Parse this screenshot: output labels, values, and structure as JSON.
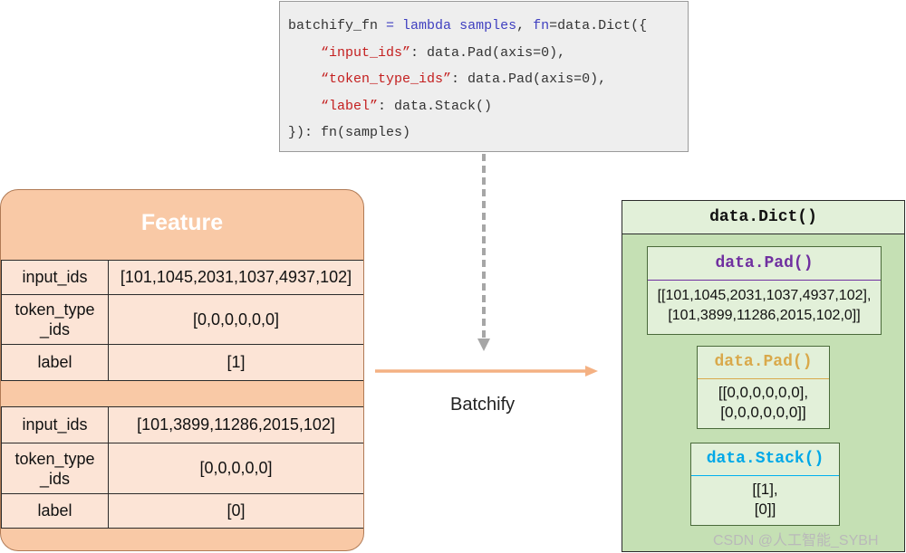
{
  "code": {
    "line1": {
      "a": "batchify_fn ",
      "eq": "= ",
      "kw": "lambda",
      "b": " ",
      "args": "samples",
      "c": ", ",
      "fn": "fn",
      "d": "=data.Dict({"
    },
    "line2": {
      "key": "“input_ids”",
      "rest": ": data.Pad(axis=0),"
    },
    "line3": {
      "key": "“token_type_ids”",
      "rest": ": data.Pad(axis=0),"
    },
    "line4": {
      "key": "“label”",
      "rest": ": data.Stack()"
    },
    "line5": "}): fn(samples)"
  },
  "feature": {
    "title": "Feature",
    "samples": [
      {
        "input_ids_key": "input_ids",
        "input_ids_val": "[101,1045,2031,1037,4937,102]",
        "tt_key_1": "token_type",
        "tt_key_2": "_ids",
        "tt_val": "[0,0,0,0,0,0]",
        "label_key": "label",
        "label_val": "[1]"
      },
      {
        "input_ids_key": "input_ids",
        "input_ids_val": "[101,3899,11286,2015,102]",
        "tt_key_1": "token_type",
        "tt_key_2": "_ids",
        "tt_val": "[0,0,0,0,0]",
        "label_key": "label",
        "label_val": "[0]"
      }
    ]
  },
  "batchify_label": "Batchify",
  "output": {
    "title": "data.Dict()",
    "pad1": {
      "head": "data.Pad()",
      "line1": "[[101,1045,2031,1037,4937,102],",
      "line2": "[101,3899,11286,2015,102,0]]"
    },
    "pad2": {
      "head": "data.Pad()",
      "line1": "[[0,0,0,0,0,0],",
      "line2": "[0,0,0,0,0,0]]"
    },
    "stack": {
      "head": "data.Stack()",
      "line1": "[[1],",
      "line2": "[0]]"
    }
  },
  "watermark": "CSDN @人工智能_SYBH",
  "colors": {
    "purple": "#7030a0",
    "gold": "#d9a94b",
    "blue": "#00b0f0",
    "feature_bg": "#f9c9a6",
    "cell_bg": "#fce4d6",
    "dict_bg": "#c5e0b4",
    "arrow": "#f4b183"
  }
}
